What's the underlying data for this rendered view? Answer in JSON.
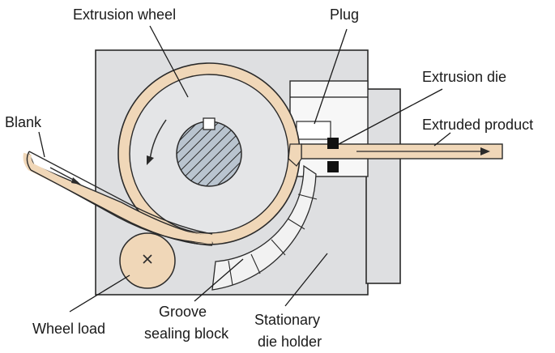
{
  "labels": {
    "extrusion_wheel": "Extrusion wheel",
    "plug": "Plug",
    "extrusion_die": "Extrusion die",
    "extruded_product": "Extruded product",
    "blank": "Blank",
    "wheel_load": "Wheel load",
    "groove_line1": "Groove",
    "groove_line2": "sealing block",
    "die_holder_line1": "Stationary",
    "die_holder_line2": "die holder"
  },
  "colors": {
    "housing": "#dedfe1",
    "housing_border": "#2a2a2a",
    "wheel_rim": "#f0d7b8",
    "wheel_face": "#e4e5e7",
    "shaft_fill": "#b9c4cf",
    "die_block": "#111111",
    "line": "#1a1a1a"
  },
  "icons": {
    "rotation": "counterclockwise-arrow-icon",
    "shaft_key": "keyway-icon",
    "load_mark": "x-mark-icon",
    "flow": "right-arrow-icon"
  }
}
